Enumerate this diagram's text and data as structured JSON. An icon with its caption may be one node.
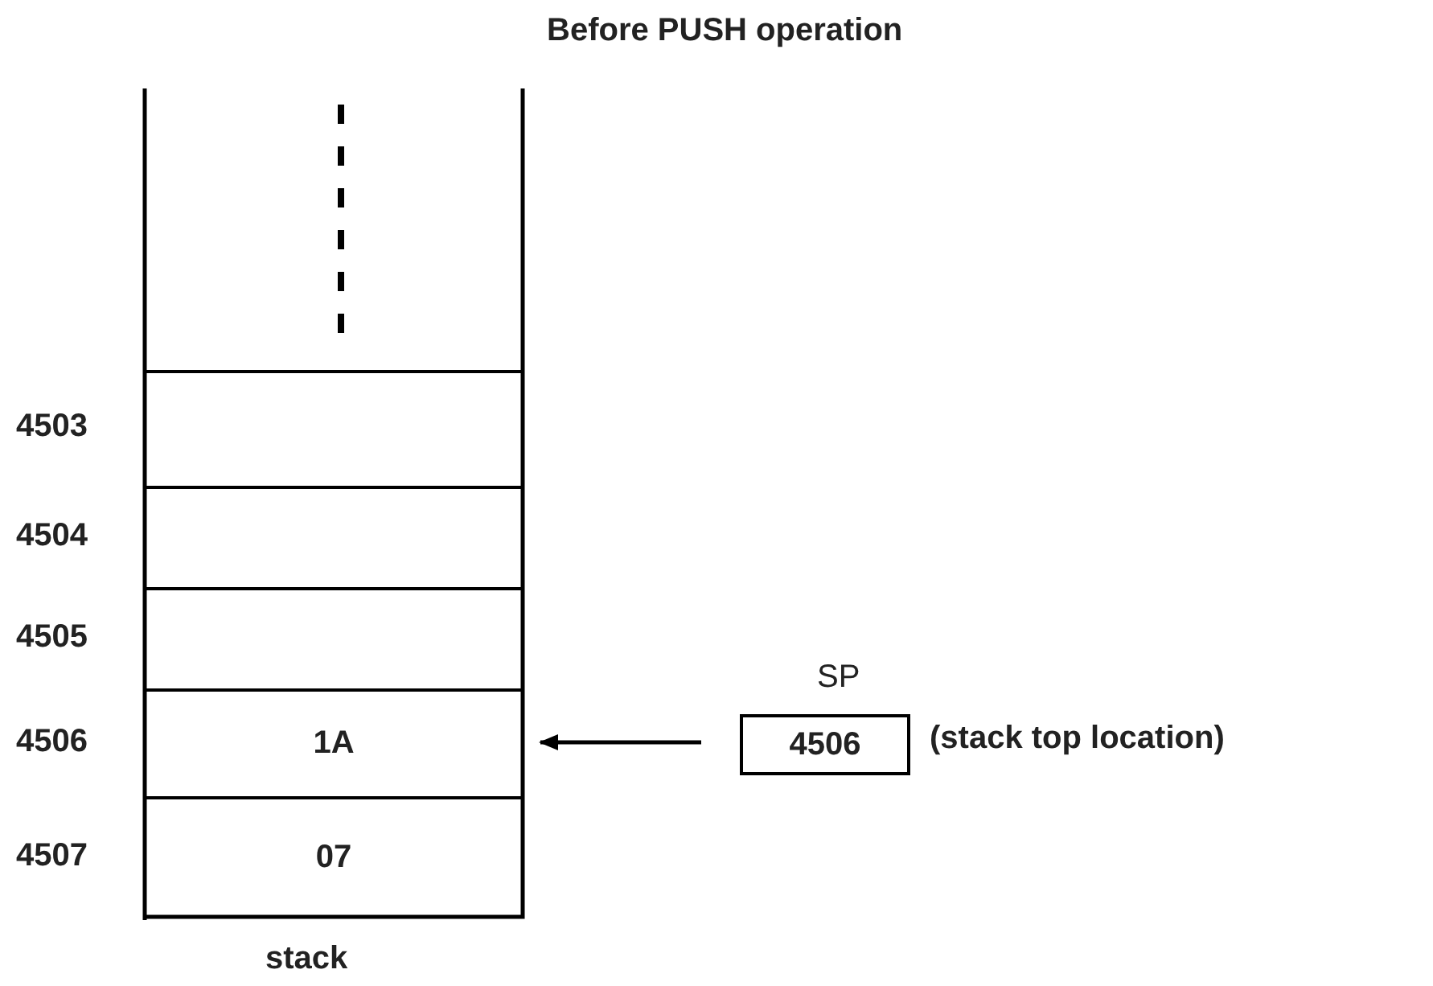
{
  "diagram": {
    "title": "Before PUSH operation",
    "nodes": [
      {
        "text": [],
        "shape": "box",
        "beside": [
          "4503"
        ]
      },
      {
        "text": [],
        "shape": "box",
        "beside": [
          "4504"
        ]
      },
      {
        "text": [],
        "shape": "box",
        "beside": [
          "4505"
        ]
      },
      {
        "text": [
          "1A"
        ],
        "beside": [
          "4506"
        ]
      },
      {
        "text": [
          "07"
        ],
        "beside": [
          "4507"
        ]
      },
      {
        "text": [
          "SP",
          "4506"
        ],
        "beside": [
          "(stack top location)"
        ]
      }
    ],
    "edges": [
      {
        "from": 5,
        "to": 3,
        "arrow": "to"
      }
    ],
    "labels": [
      "stack"
    ]
  }
}
